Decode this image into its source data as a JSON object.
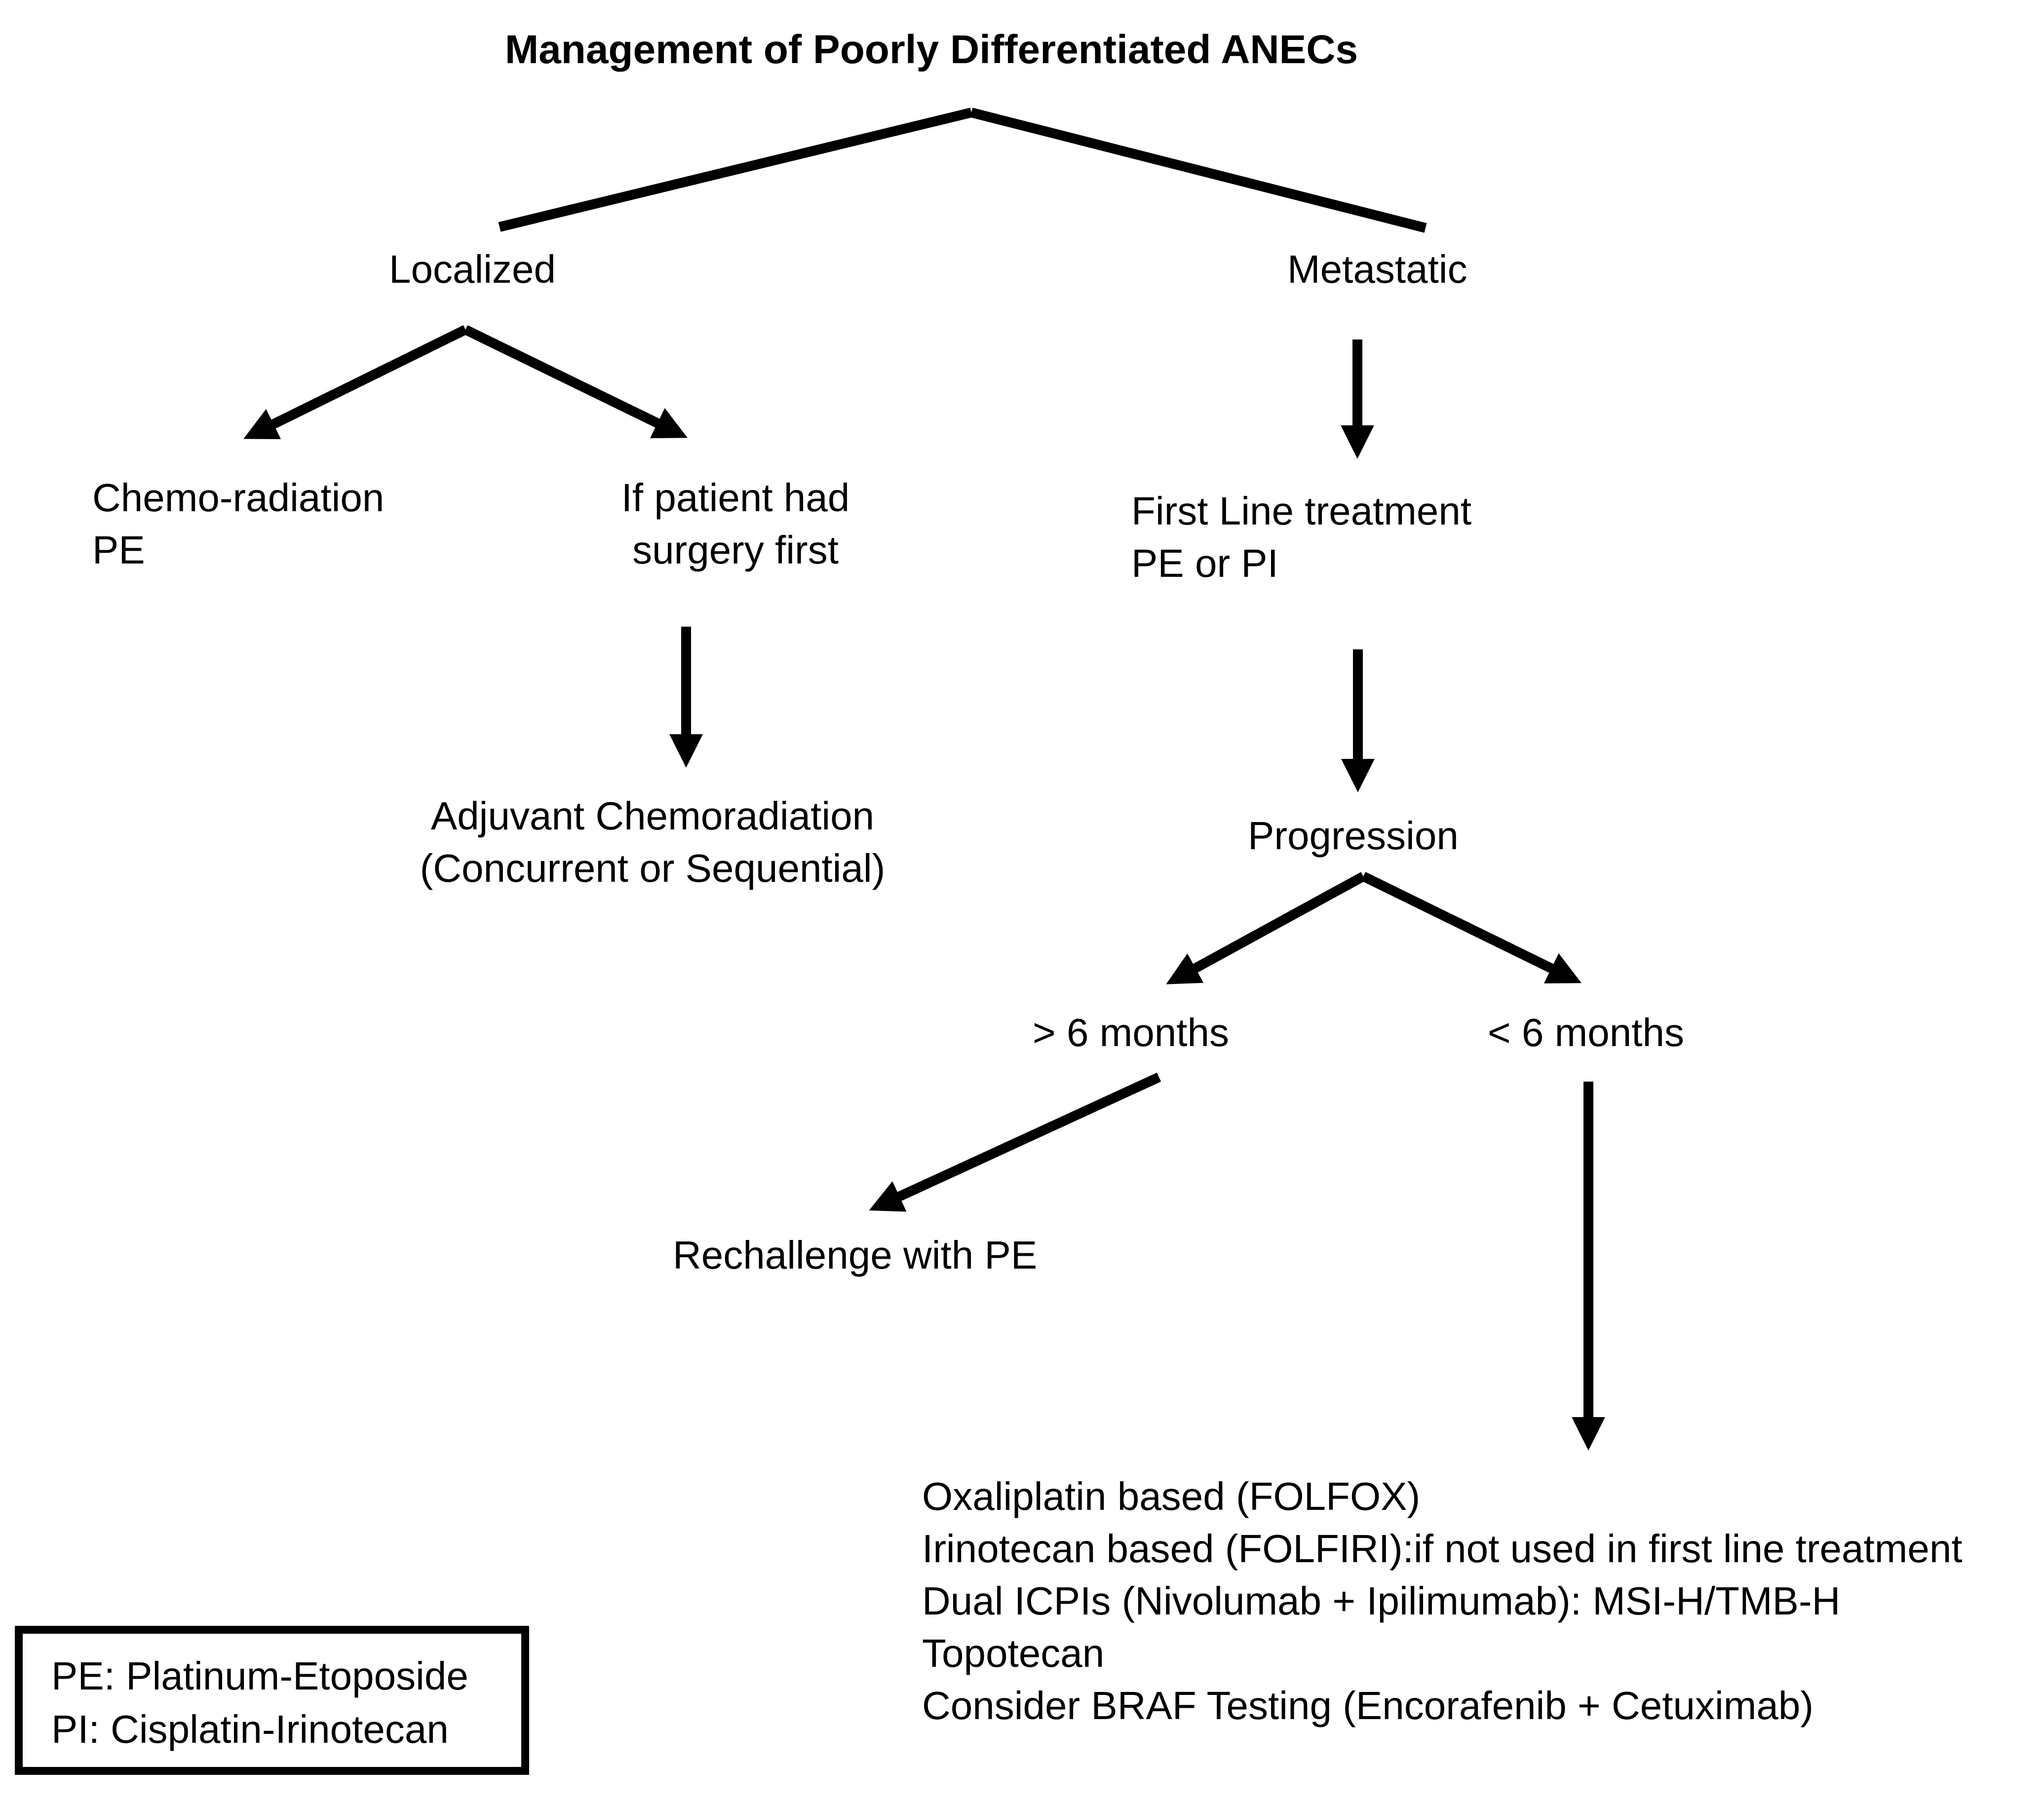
{
  "title": "Management of Poorly Differentiated ANECs",
  "nodes": {
    "localized": {
      "label": "Localized"
    },
    "metastatic": {
      "label": "Metastatic"
    },
    "chemo_radiation": {
      "line1": "Chemo-radiation",
      "line2": "PE"
    },
    "surgery_first": {
      "line1": "If patient had",
      "line2": "surgery first"
    },
    "first_line": {
      "line1": "First Line treatment",
      "line2": "PE or PI"
    },
    "adjuvant": {
      "line1": "Adjuvant Chemoradiation",
      "line2": "(Concurrent or Sequential)"
    },
    "progression": {
      "label": "Progression"
    },
    "gt_6_months": {
      "label": "> 6 months"
    },
    "lt_6_months": {
      "label": "< 6 months"
    },
    "rechallenge": {
      "label": "Rechallenge with PE"
    },
    "second_line_options": {
      "items": [
        "Oxaliplatin based (FOLFOX)",
        "Irinotecan based (FOLFIRI):if not used in first line treatment",
        "Dual ICPIs (Nivolumab + Ipilimumab): MSI-H/TMB-H",
        "Topotecan",
        "Consider BRAF Testing (Encorafenib + Cetuximab)"
      ]
    }
  },
  "legend": {
    "line1": "PE: Platinum-Etoposide",
    "line2": "PI: Cisplatin-Irinotecan"
  },
  "colors": {
    "text": "#000000",
    "background": "#ffffff",
    "line": "#000000"
  }
}
